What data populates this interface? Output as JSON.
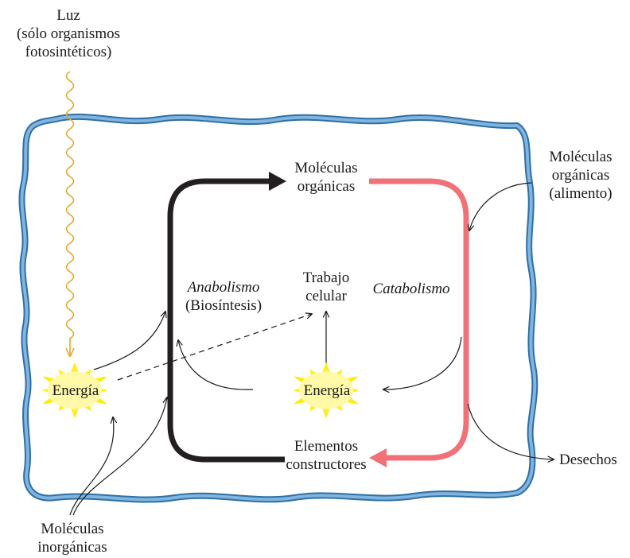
{
  "labels": {
    "light": [
      "Luz",
      "(sólo organismos",
      "fotosintéticos)"
    ],
    "food": [
      "Moléculas",
      "orgánicas",
      "(alimento)"
    ],
    "organic": [
      "Moléculas",
      "orgánicas"
    ],
    "anabolism": "Anabolismo",
    "biosynthesis": "(Biosíntesis)",
    "work": [
      "Trabajo",
      "celular"
    ],
    "catabolism": "Catabolismo",
    "energy_left": "Energía",
    "energy_center": "Energía",
    "building_blocks": [
      "Elementos",
      "constructores"
    ],
    "waste": "Desechos",
    "inorganic": [
      "Moléculas",
      "inorgánicas"
    ]
  },
  "colors": {
    "membrane": "#5b9bd0",
    "membrane_edge": "#2f6fa3",
    "anabolism_path": "#231f20",
    "catabolism_path": "#f07178",
    "light_wave": "#e3a72f",
    "energy_burst_fill": "#fff200",
    "energy_burst_glow": "#fff9a8",
    "thin_arrow": "#1a1a1a"
  },
  "icons": {
    "energy": "starburst-icon",
    "light": "wavy-light-icon"
  }
}
